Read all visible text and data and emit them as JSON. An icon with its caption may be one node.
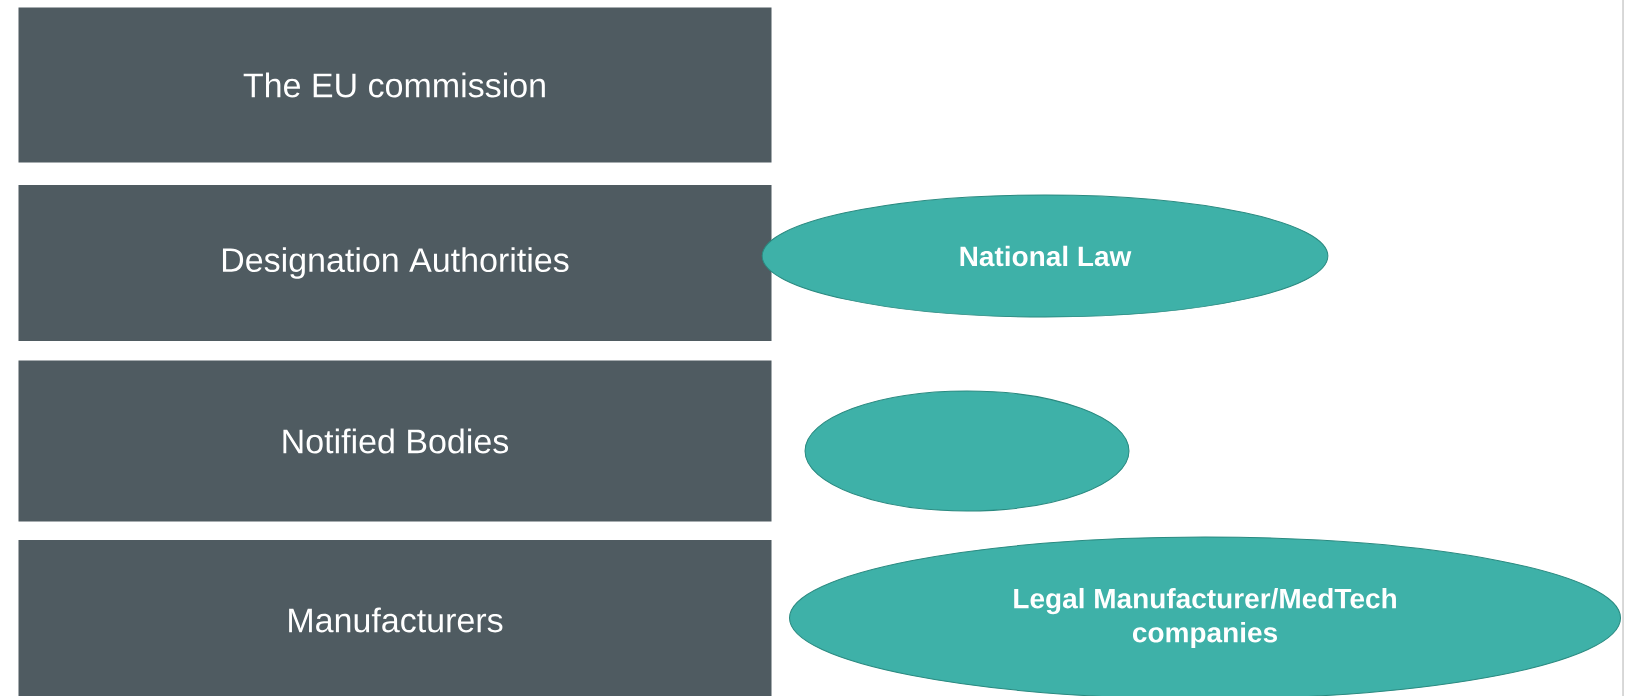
{
  "diagram": {
    "nodes": [
      {
        "text": [
          "The EU commission"
        ]
      },
      {
        "text": [
          "Designation Authorities"
        ]
      },
      {
        "text": [
          "Notified Bodies"
        ]
      },
      {
        "text": [
          "Manufacturers"
        ]
      },
      {
        "text": [
          "National Law"
        ]
      },
      {
        "text": [],
        "shape": "ellipse"
      },
      {
        "text": [
          "Legal Manufacturer/MedTech companies"
        ]
      }
    ]
  }
}
